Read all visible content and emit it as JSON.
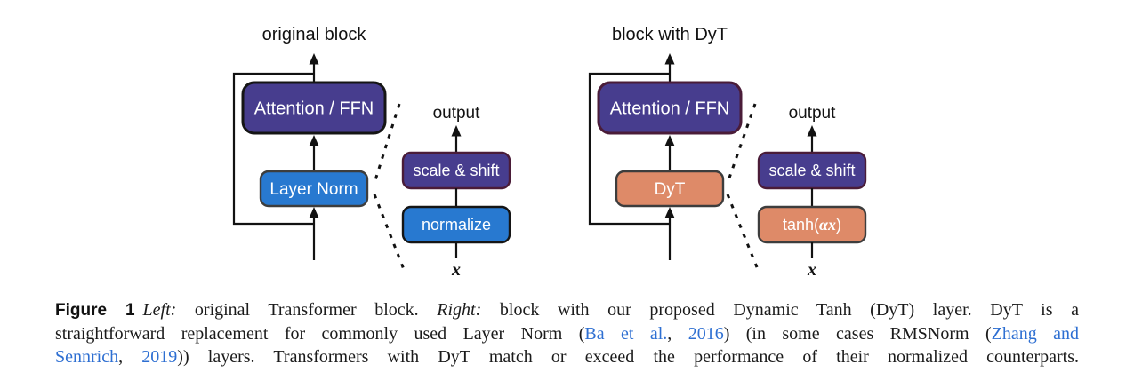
{
  "figure": {
    "colors": {
      "purple": "#473D8E",
      "blue": "#2879D0",
      "salmon": "#DE8A68",
      "link_blue": "#2E6FD2"
    },
    "left": {
      "title": "original block",
      "attention": "Attention / FFN",
      "norm": "Layer Norm",
      "zoom": {
        "output": "output",
        "scale_shift": "scale & shift",
        "normalize": "normalize",
        "input": "x"
      }
    },
    "right": {
      "title": "block with DyT",
      "attention": "Attention / FFN",
      "norm": "DyT",
      "zoom": {
        "output": "output",
        "scale_shift": "scale & shift",
        "tanh_prefix": "tanh(",
        "tanh_math": "αx",
        "tanh_suffix": ")",
        "input": "x"
      }
    }
  },
  "caption": {
    "label": "Figure 1",
    "line1": {
      "left_label": "Left:",
      "text1": " original Transformer block. ",
      "right_label": "Right:",
      "text2": " block with our proposed Dynamic Tanh (DyT) layer. DyT is a"
    },
    "line2": {
      "text1": "straightforward replacement for commonly used Layer Norm (",
      "link1": "Ba et al.",
      "sep1": ", ",
      "link2": "2016",
      "text2": ") (in some cases RMSNorm (",
      "link3": "Zhang and"
    },
    "line3": {
      "link1": "Sennrich",
      "sep1": ", ",
      "link2": "2019",
      "text1": ")) layers. Transformers with DyT match or exceed the performance of their normalized counterparts."
    }
  }
}
